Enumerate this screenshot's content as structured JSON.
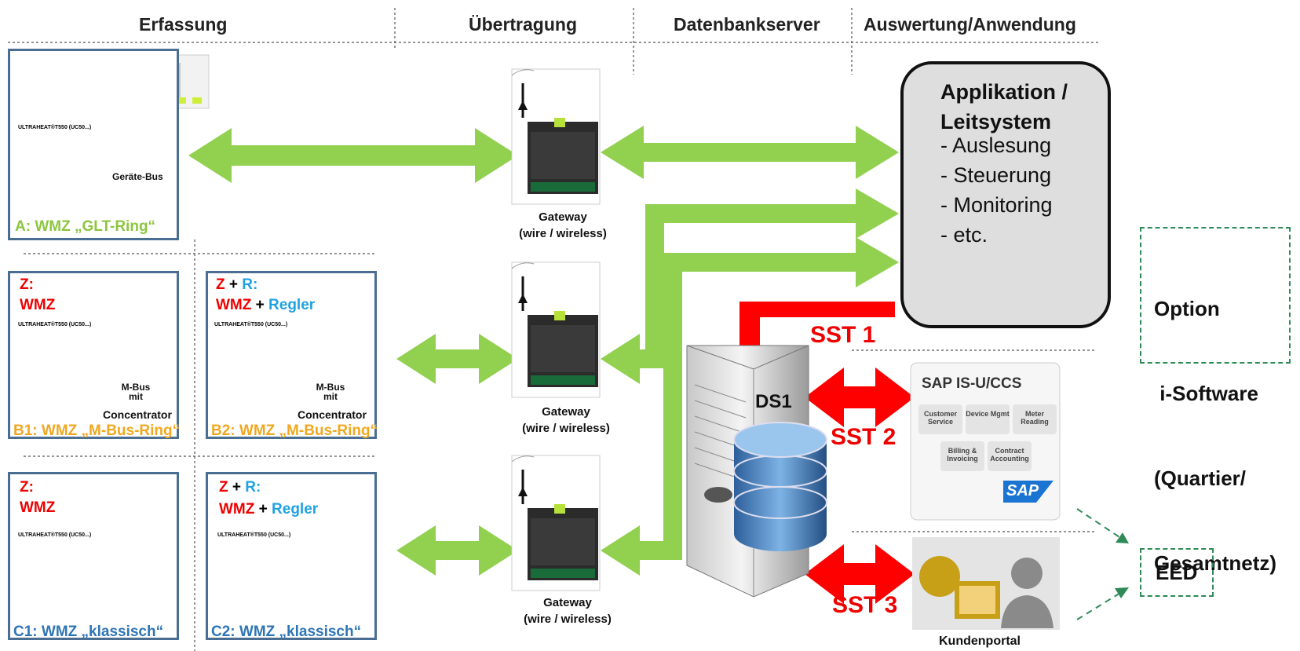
{
  "headers": {
    "erfassung": "Erfassung",
    "uebertragung": "Übertragung",
    "datenbankserver": "Datenbankserver",
    "auswertung": "Auswertung/Anwendung"
  },
  "box_a": {
    "caption": "A: WMZ „GLT-Ring“",
    "meter_label": "ULTRAHEAT®T550 (UC50...)",
    "bus_label": "Geräte-Bus"
  },
  "box_b1": {
    "z": "Z:",
    "wmz": "WMZ",
    "meter_label": "ULTRAHEAT®T550 (UC50...)",
    "bus_label_1": "M-Bus",
    "bus_label_2": "mit",
    "bus_label_3": "Concentrator",
    "caption": "B1: WMZ „M-Bus-Ring“"
  },
  "box_b2": {
    "z": "Z",
    "plus1": " + ",
    "r": "R",
    "colon": ":",
    "wmz": "WMZ",
    "plus2": " + ",
    "regler": "Regler",
    "meter_label": "ULTRAHEAT®T550 (UC50...)",
    "bus_label_1": "M-Bus",
    "bus_label_2": "mit",
    "bus_label_3": "Concentrator",
    "caption": "B2: WMZ „M-Bus-Ring“"
  },
  "box_c1": {
    "z": "Z:",
    "wmz": "WMZ",
    "meter_label": "ULTRAHEAT®T550 (UC50...)",
    "caption": "C1: WMZ „klassisch“"
  },
  "box_c2": {
    "z": "Z",
    "plus1": " + ",
    "r": "R",
    "colon": ":",
    "wmz": "WMZ",
    "plus2": " + ",
    "regler": "Regler",
    "meter_label": "ULTRAHEAT®T550 (UC50...)",
    "caption": "C2: WMZ „klassisch“"
  },
  "gateways": [
    {
      "line1": "Gateway",
      "line2": "(wire / wireless)"
    },
    {
      "line1": "Gateway",
      "line2": "(wire / wireless)"
    },
    {
      "line1": "Gateway",
      "line2": "(wire / wireless)"
    }
  ],
  "app": {
    "title1": "Applikation /",
    "title2": "Leitsystem",
    "items": [
      "- Auslesung",
      "- Steuerung",
      "- Monitoring",
      "- etc."
    ]
  },
  "server": {
    "label": "DS1"
  },
  "sst": {
    "s1": "SST 1",
    "s2": "SST 2",
    "s3": "SST 3"
  },
  "sap": {
    "title": "SAP IS-U/CCS",
    "modules": [
      "Customer Service",
      "Device Mgmt",
      "Meter Reading",
      "Billing & Invoicing",
      "Contract Accounting"
    ],
    "logo": "SAP"
  },
  "kundenportal": {
    "label": "Kundenportal"
  },
  "option": {
    "line1": "Option",
    "line2": " i-Software",
    "line3": "(Quartier/",
    "line4": "Gesamtnetz)"
  },
  "eed": {
    "label": "EED"
  },
  "colors": {
    "arrow_green": "#92d050",
    "arrow_red": "#ff0000",
    "box_border": "#4a6e91",
    "node_green": "#1e9e3a"
  }
}
